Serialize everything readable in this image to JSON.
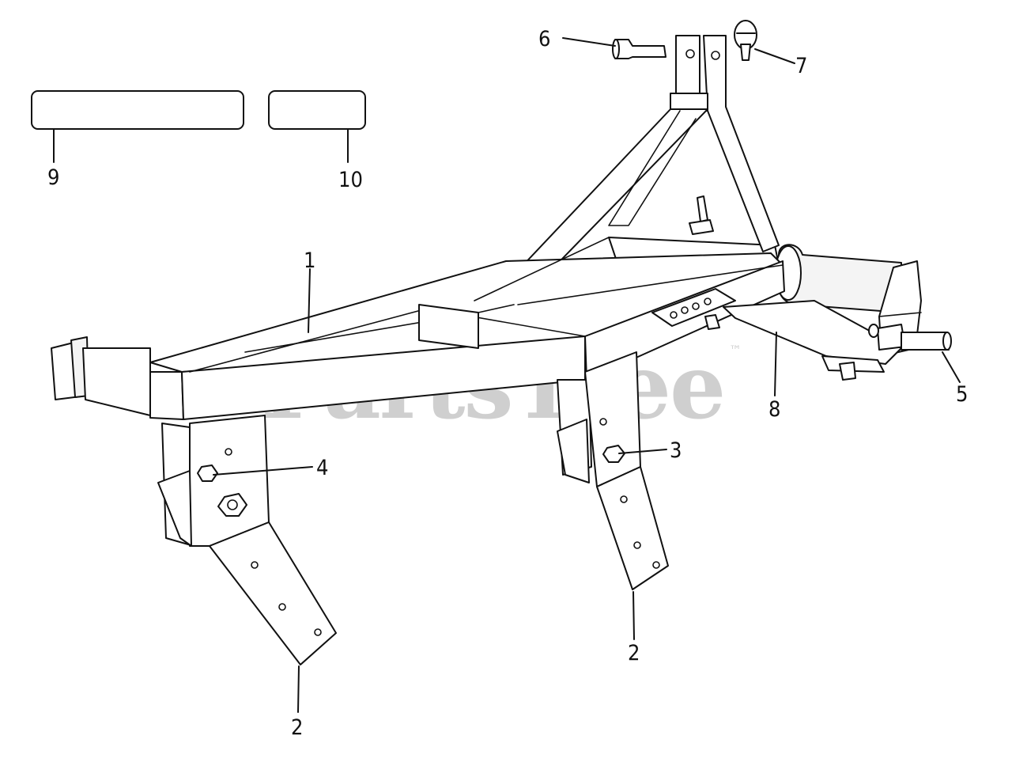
{
  "watermark": {
    "text": "PartsTree",
    "mark": "™"
  },
  "callouts": {
    "p1": "1",
    "p2a": "2",
    "p2b": "2",
    "p3": "3",
    "p4": "4",
    "p5": "5",
    "p6": "6",
    "p7": "7",
    "p8": "8",
    "p9": "9",
    "p10": "10"
  }
}
